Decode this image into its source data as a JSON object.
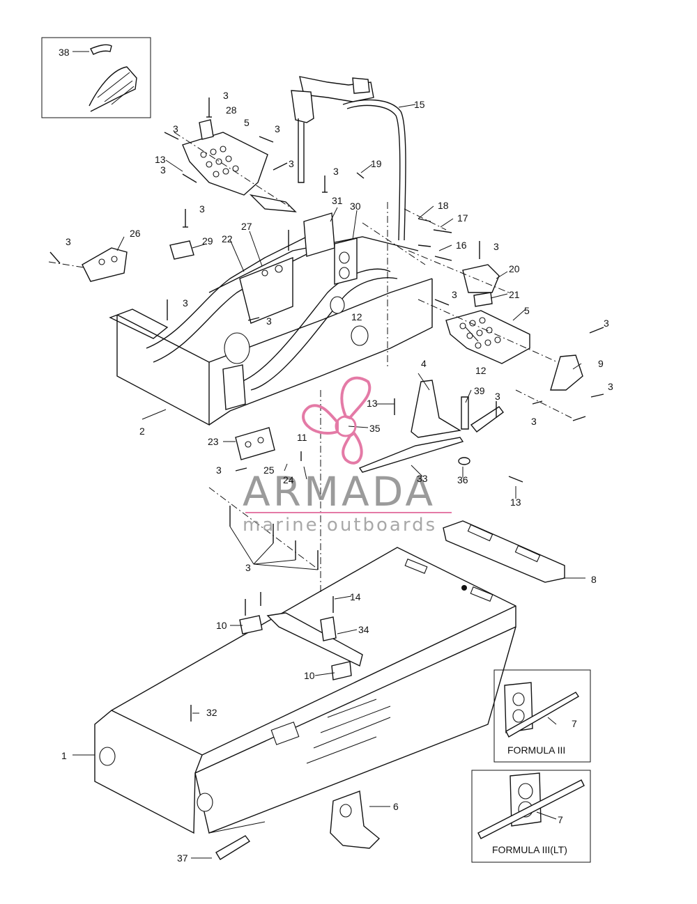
{
  "insets": {
    "formula3": {
      "label": "FORMULA  III"
    },
    "formula3lt": {
      "label": "FORMULA III(LT)"
    }
  },
  "watermark": {
    "title": "ARMADA",
    "subtitle": "marine outboards",
    "color": "#e47aa6"
  },
  "callouts": [
    {
      "id": "38",
      "text": "38"
    },
    {
      "id": "3a",
      "text": "3"
    },
    {
      "id": "28",
      "text": "28"
    },
    {
      "id": "3b",
      "text": "3"
    },
    {
      "id": "5a",
      "text": "5"
    },
    {
      "id": "3c",
      "text": "3"
    },
    {
      "id": "13a",
      "text": "13"
    },
    {
      "id": "3d",
      "text": "3"
    },
    {
      "id": "3e",
      "text": "3"
    },
    {
      "id": "15",
      "text": "15"
    },
    {
      "id": "3f",
      "text": "3"
    },
    {
      "id": "19",
      "text": "19"
    },
    {
      "id": "3g",
      "text": "3"
    },
    {
      "id": "31",
      "text": "31"
    },
    {
      "id": "30",
      "text": "30"
    },
    {
      "id": "18",
      "text": "18"
    },
    {
      "id": "17",
      "text": "17"
    },
    {
      "id": "16",
      "text": "16"
    },
    {
      "id": "3h",
      "text": "3"
    },
    {
      "id": "26",
      "text": "26"
    },
    {
      "id": "3i",
      "text": "3"
    },
    {
      "id": "27",
      "text": "27"
    },
    {
      "id": "22",
      "text": "22"
    },
    {
      "id": "29",
      "text": "29"
    },
    {
      "id": "20",
      "text": "20"
    },
    {
      "id": "21",
      "text": "21"
    },
    {
      "id": "3j",
      "text": "3"
    },
    {
      "id": "3k",
      "text": "3"
    },
    {
      "id": "3l",
      "text": "3"
    },
    {
      "id": "12a",
      "text": "12"
    },
    {
      "id": "5b",
      "text": "5"
    },
    {
      "id": "3m",
      "text": "3"
    },
    {
      "id": "9",
      "text": "9"
    },
    {
      "id": "12b",
      "text": "12"
    },
    {
      "id": "4",
      "text": "4"
    },
    {
      "id": "3n",
      "text": "3"
    },
    {
      "id": "39",
      "text": "39"
    },
    {
      "id": "3o",
      "text": "3"
    },
    {
      "id": "13b",
      "text": "13"
    },
    {
      "id": "3p",
      "text": "3"
    },
    {
      "id": "35",
      "text": "35"
    },
    {
      "id": "2",
      "text": "2"
    },
    {
      "id": "23",
      "text": "23"
    },
    {
      "id": "11",
      "text": "11"
    },
    {
      "id": "3q",
      "text": "3"
    },
    {
      "id": "25",
      "text": "25"
    },
    {
      "id": "24",
      "text": "24"
    },
    {
      "id": "33",
      "text": "33"
    },
    {
      "id": "36",
      "text": "36"
    },
    {
      "id": "13c",
      "text": "13"
    },
    {
      "id": "3r",
      "text": "3"
    },
    {
      "id": "8",
      "text": "8"
    },
    {
      "id": "14",
      "text": "14"
    },
    {
      "id": "10a",
      "text": "10"
    },
    {
      "id": "34",
      "text": "34"
    },
    {
      "id": "10b",
      "text": "10"
    },
    {
      "id": "32",
      "text": "32"
    },
    {
      "id": "7a",
      "text": "7"
    },
    {
      "id": "1",
      "text": "1"
    },
    {
      "id": "6",
      "text": "6"
    },
    {
      "id": "7b",
      "text": "7"
    },
    {
      "id": "37",
      "text": "37"
    }
  ]
}
